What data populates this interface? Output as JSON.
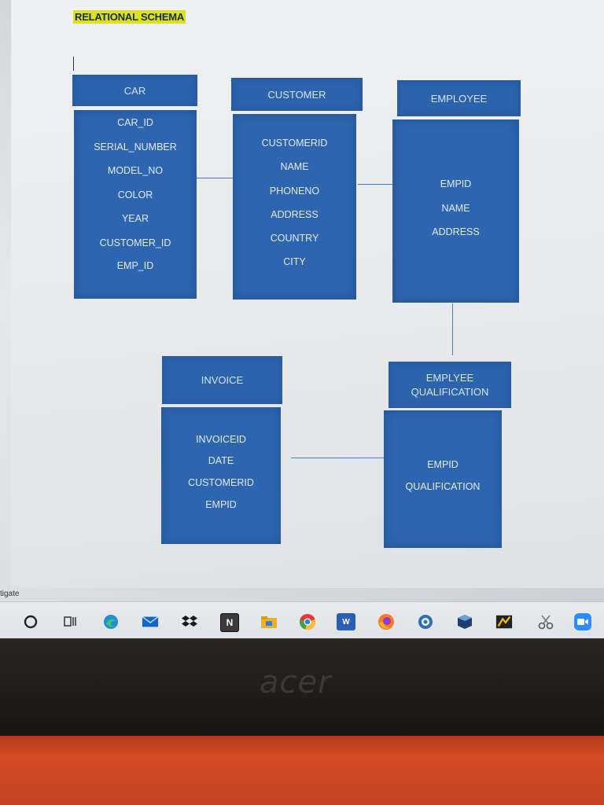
{
  "document": {
    "title": "RELATIONAL SCHEMA",
    "side_label": "tigate"
  },
  "entities": {
    "car": {
      "name": "CAR",
      "attributes": [
        "CAR_ID",
        "SERIAL_NUMBER",
        "MODEL_NO",
        "COLOR",
        "YEAR",
        "CUSTOMER_ID",
        "EMP_ID"
      ]
    },
    "customer": {
      "name": "CUSTOMER",
      "attributes": [
        "CUSTOMERID",
        "NAME",
        "PHONENO",
        "ADDRESS",
        "COUNTRY",
        "CITY"
      ]
    },
    "employee": {
      "name": "EMPLOYEE",
      "attributes": [
        "EMPID",
        "NAME",
        "ADDRESS"
      ]
    },
    "invoice": {
      "name": "INVOICE",
      "attributes": [
        "INVOICEID",
        "DATE",
        "CUSTOMERID",
        "EMPID"
      ]
    },
    "qualification": {
      "name_line1": "EMPLYEE",
      "name_line2": "QUALIFICATION",
      "attributes": [
        "EMPID",
        "QUALIFICATION"
      ]
    }
  },
  "taskbar": {
    "icons": [
      "search-circle-icon",
      "task-view-icon",
      "edge-icon",
      "mail-icon",
      "dropbox-icon",
      "notion-icon",
      "file-explorer-icon",
      "chrome-icon",
      "word-icon",
      "firefox-icon",
      "settings-app-icon",
      "virtualbox-icon",
      "app-icon",
      "snipping-tool-icon",
      "zoom-icon"
    ],
    "word_letter": "W",
    "notion_letter": "N"
  },
  "hardware": {
    "brand": "acer"
  },
  "colors": {
    "entity_blue": "#2d65b0",
    "title_highlight": "#d9e21c"
  }
}
